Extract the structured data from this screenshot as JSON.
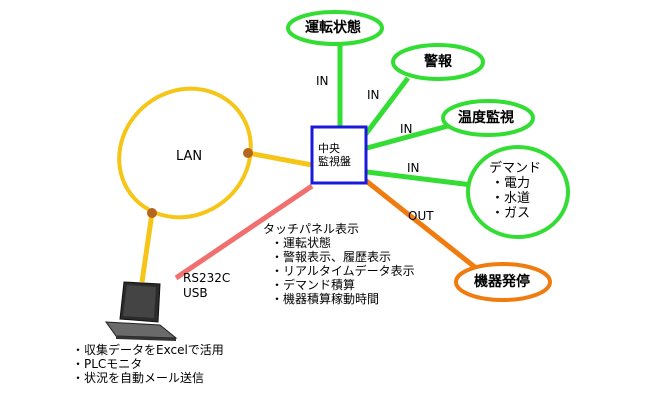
{
  "diagram": {
    "central": {
      "line1": "中央",
      "line2": "監視盤"
    },
    "lan": "LAN",
    "connection": {
      "line1": "RS232C",
      "line2": "USB"
    },
    "nodes": {
      "unten": "運転状態",
      "keihou": "警報",
      "ondo": "温度監視",
      "demand": "デマンド",
      "demand_items": [
        "・電力",
        "・水道",
        "・ガス"
      ],
      "kiki": "機器発停"
    },
    "edges": {
      "in1": "IN",
      "in2": "IN",
      "in3": "IN",
      "in4": "IN",
      "out": "OUT"
    },
    "touch_panel": {
      "title": "タッチパネル表示",
      "items": [
        "・運転状態",
        "・警報表示、履歴表示",
        "・リアルタイムデータ表示",
        "・デマンド積算",
        "・機器積算稼動時間"
      ]
    },
    "pc_features": [
      "・収集データをExcelで活用",
      "・PLCモニタ",
      "・状況を自動メール送信"
    ]
  },
  "colors": {
    "green": "#33dd33",
    "orange": "#f07c10",
    "yellow": "#f5c518",
    "pink": "#f07070",
    "blue": "#1a1adc",
    "dot": "#b5651d"
  }
}
